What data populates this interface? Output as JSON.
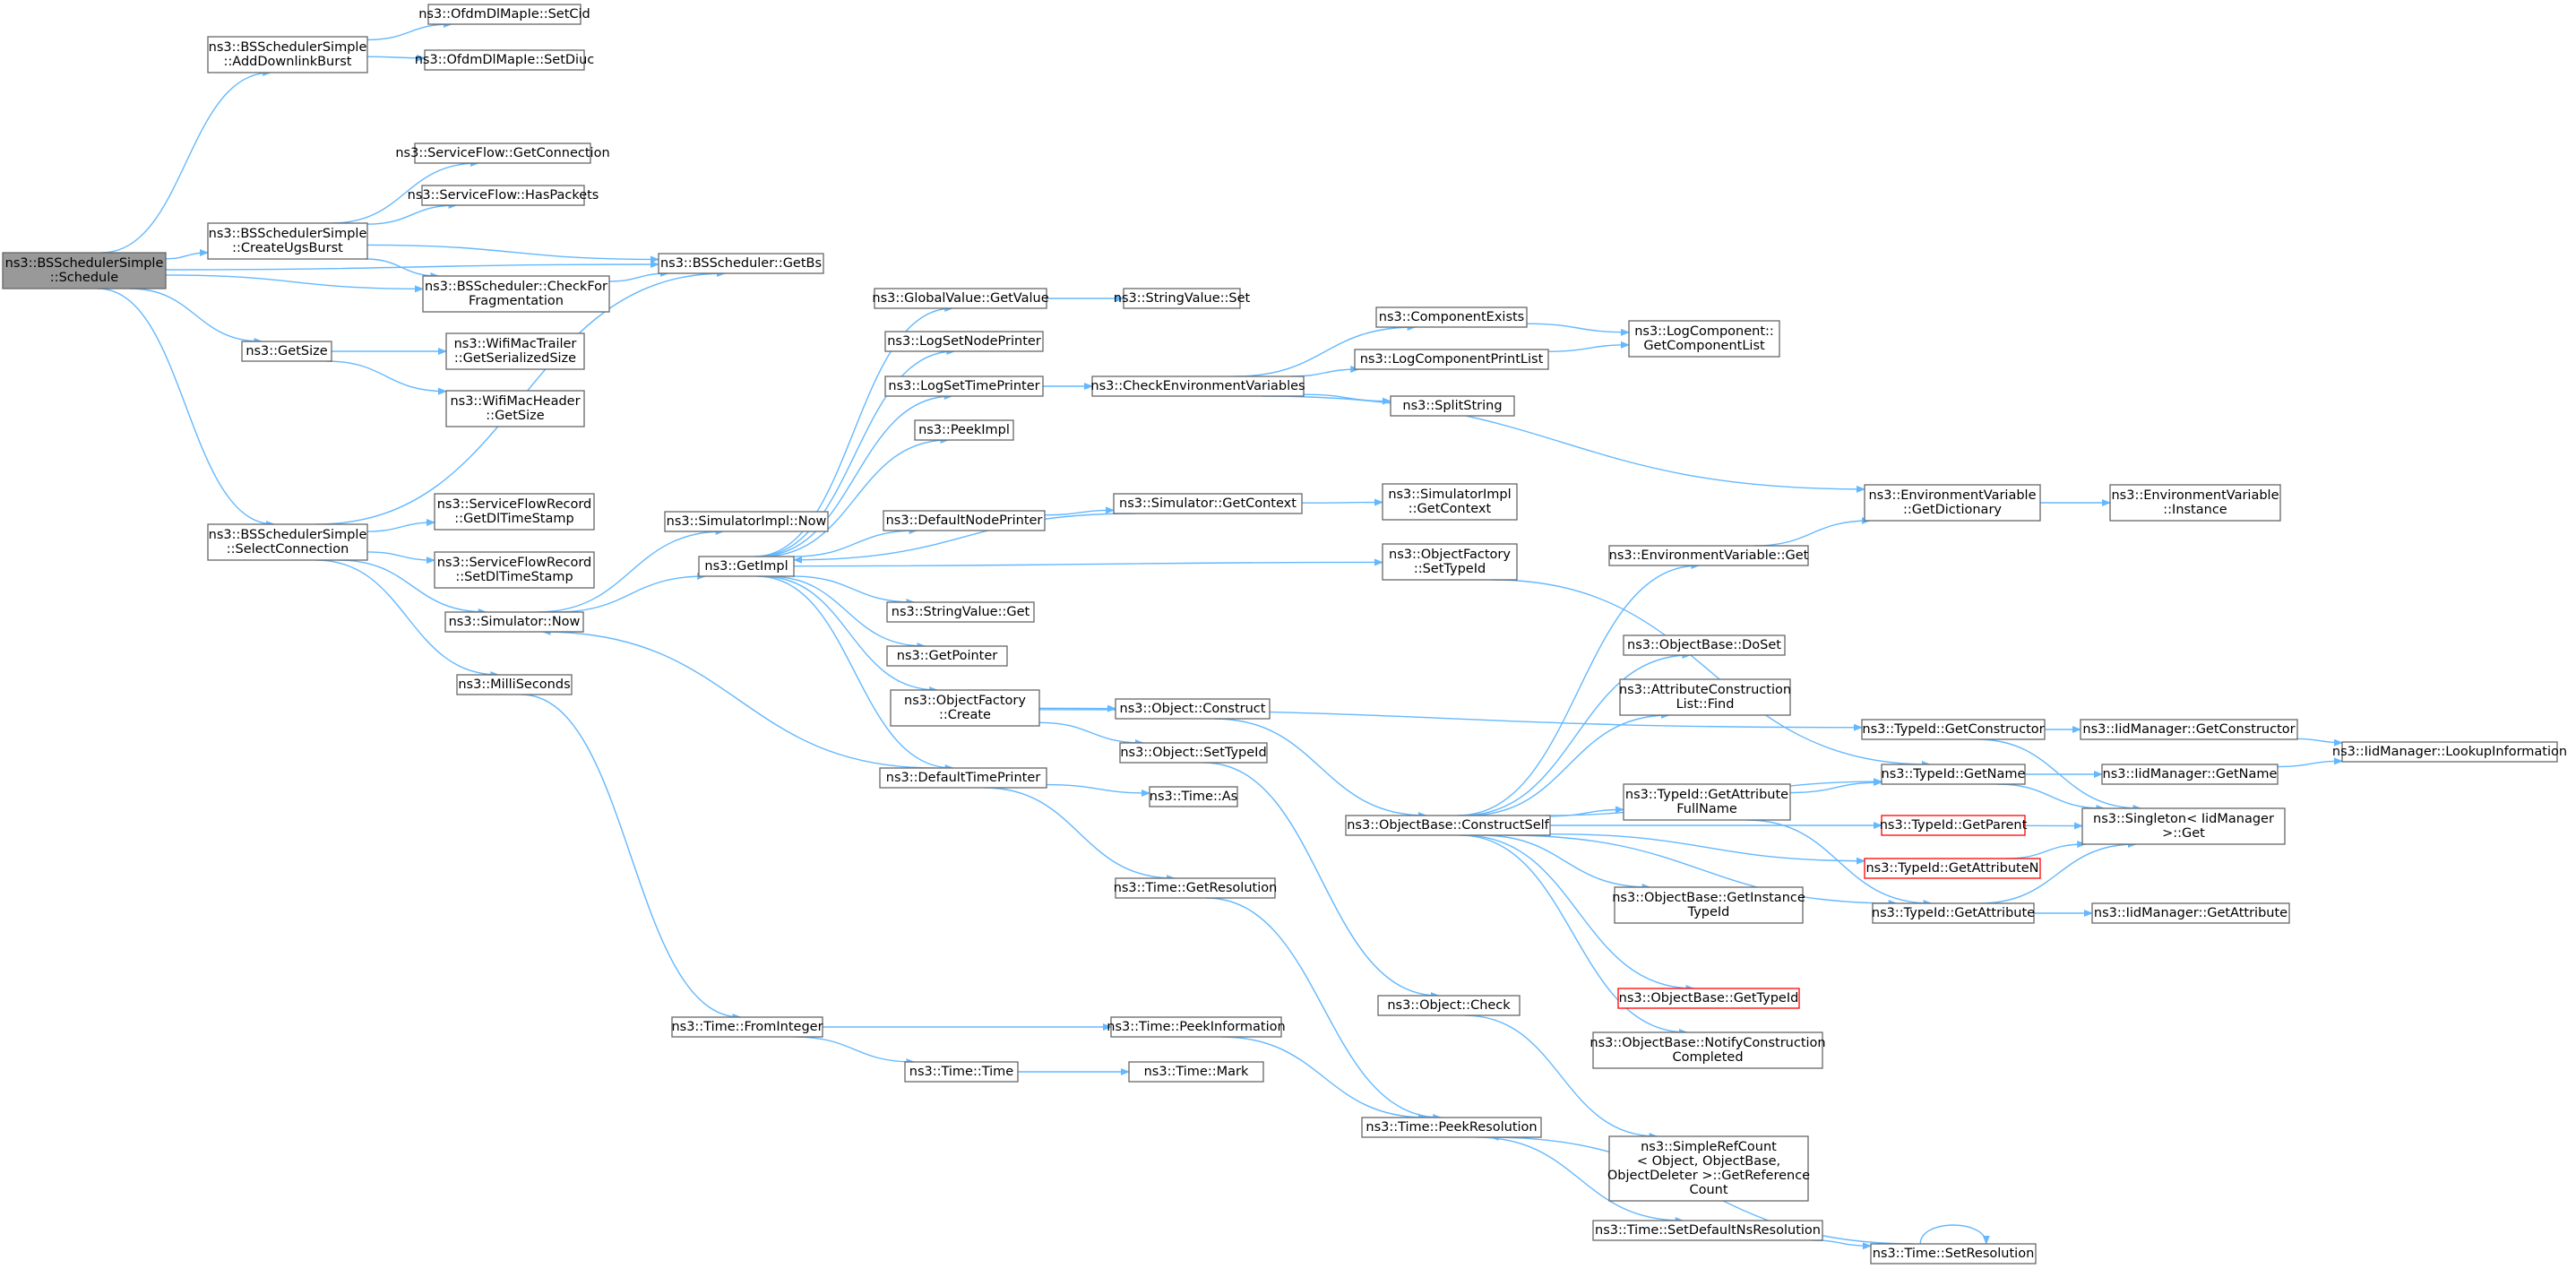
{
  "graph": {
    "colors": {
      "edge": "#63b8ff",
      "border": "#666666",
      "root_fill": "#999999",
      "root_border": "#666666",
      "highlight_border": "#ff0000",
      "text": "#000000",
      "background": "#ffffff"
    },
    "nodes": [
      {
        "id": "root",
        "lines": [
          "ns3::BSSchedulerSimple",
          "::Schedule"
        ],
        "style": "root"
      },
      {
        "id": "adddl",
        "lines": [
          "ns3::BSSchedulerSimple",
          "::AddDownlinkBurst"
        ]
      },
      {
        "id": "setcid",
        "lines": [
          "ns3::OfdmDlMapIe::SetCid"
        ]
      },
      {
        "id": "setdiuc",
        "lines": [
          "ns3::OfdmDlMapIe::SetDiuc"
        ]
      },
      {
        "id": "getconn",
        "lines": [
          "ns3::ServiceFlow::GetConnection"
        ]
      },
      {
        "id": "haspkts",
        "lines": [
          "ns3::ServiceFlow::HasPackets"
        ]
      },
      {
        "id": "createugs",
        "lines": [
          "ns3::BSSchedulerSimple",
          "::CreateUgsBurst"
        ]
      },
      {
        "id": "checkfrag",
        "lines": [
          "ns3::BSScheduler::CheckFor",
          "Fragmentation"
        ]
      },
      {
        "id": "getbs",
        "lines": [
          "ns3::BSScheduler::GetBs"
        ]
      },
      {
        "id": "getsize",
        "lines": [
          "ns3::GetSize"
        ]
      },
      {
        "id": "trailer",
        "lines": [
          "ns3::WifiMacTrailer",
          "::GetSerializedSize"
        ]
      },
      {
        "id": "header",
        "lines": [
          "ns3::WifiMacHeader",
          "::GetSize"
        ]
      },
      {
        "id": "selconn",
        "lines": [
          "ns3::BSSchedulerSimple",
          "::SelectConnection"
        ]
      },
      {
        "id": "getdlts",
        "lines": [
          "ns3::ServiceFlowRecord",
          "::GetDlTimeStamp"
        ]
      },
      {
        "id": "setdlts",
        "lines": [
          "ns3::ServiceFlowRecord",
          "::SetDlTimeStamp"
        ]
      },
      {
        "id": "simnow",
        "lines": [
          "ns3::Simulator::Now"
        ]
      },
      {
        "id": "millis",
        "lines": [
          "ns3::MilliSeconds"
        ]
      },
      {
        "id": "implnow",
        "lines": [
          "ns3::SimulatorImpl::Now"
        ]
      },
      {
        "id": "getimpl",
        "lines": [
          "ns3::GetImpl"
        ]
      },
      {
        "id": "gvget",
        "lines": [
          "ns3::GlobalValue::GetValue"
        ]
      },
      {
        "id": "svset",
        "lines": [
          "ns3::StringValue::Set"
        ]
      },
      {
        "id": "lsnp",
        "lines": [
          "ns3::LogSetNodePrinter"
        ]
      },
      {
        "id": "lstp",
        "lines": [
          "ns3::LogSetTimePrinter"
        ]
      },
      {
        "id": "checkenv",
        "lines": [
          "ns3::CheckEnvironmentVariables"
        ]
      },
      {
        "id": "peekimpl",
        "lines": [
          "ns3::PeekImpl"
        ]
      },
      {
        "id": "dnp",
        "lines": [
          "ns3::DefaultNodePrinter"
        ]
      },
      {
        "id": "simgetctx",
        "lines": [
          "ns3::Simulator::GetContext"
        ]
      },
      {
        "id": "implgetctx",
        "lines": [
          "ns3::SimulatorImpl",
          "::GetContext"
        ]
      },
      {
        "id": "compexists",
        "lines": [
          "ns3::ComponentExists"
        ]
      },
      {
        "id": "lcpl",
        "lines": [
          "ns3::LogComponentPrintList"
        ]
      },
      {
        "id": "splitstr",
        "lines": [
          "ns3::SplitString"
        ]
      },
      {
        "id": "gcl",
        "lines": [
          "ns3::LogComponent::",
          "GetComponentList"
        ]
      },
      {
        "id": "envgetdict",
        "lines": [
          "ns3::EnvironmentVariable",
          "::GetDictionary"
        ]
      },
      {
        "id": "envinst",
        "lines": [
          "ns3::EnvironmentVariable",
          "::Instance"
        ]
      },
      {
        "id": "ofsettid",
        "lines": [
          "ns3::ObjectFactory",
          "::SetTypeId"
        ]
      },
      {
        "id": "envget",
        "lines": [
          "ns3::EnvironmentVariable::Get"
        ]
      },
      {
        "id": "svget",
        "lines": [
          "ns3::StringValue::Get"
        ]
      },
      {
        "id": "getptr",
        "lines": [
          "ns3::GetPointer"
        ]
      },
      {
        "id": "ofcreate",
        "lines": [
          "ns3::ObjectFactory",
          "::Create"
        ]
      },
      {
        "id": "objconstruct",
        "lines": [
          "ns3::Object::Construct"
        ]
      },
      {
        "id": "objsettid",
        "lines": [
          "ns3::Object::SetTypeId"
        ]
      },
      {
        "id": "dtp",
        "lines": [
          "ns3::DefaultTimePrinter"
        ]
      },
      {
        "id": "timeas",
        "lines": [
          "ns3::Time::As"
        ]
      },
      {
        "id": "timegetres",
        "lines": [
          "ns3::Time::GetResolution"
        ]
      },
      {
        "id": "obdoset",
        "lines": [
          "ns3::ObjectBase::DoSet"
        ]
      },
      {
        "id": "aclfind",
        "lines": [
          "ns3::AttributeConstruction",
          "List::Find"
        ]
      },
      {
        "id": "tidgetctor",
        "lines": [
          "ns3::TypeId::GetConstructor"
        ]
      },
      {
        "id": "iidgetctor",
        "lines": [
          "ns3::IidManager::GetConstructor"
        ]
      },
      {
        "id": "lookup",
        "lines": [
          "ns3::IidManager::LookupInformation"
        ]
      },
      {
        "id": "tidgetname",
        "lines": [
          "ns3::TypeId::GetName"
        ]
      },
      {
        "id": "iidgetname",
        "lines": [
          "ns3::IidManager::GetName"
        ]
      },
      {
        "id": "obconstructself",
        "lines": [
          "ns3::ObjectBase::ConstructSelf"
        ]
      },
      {
        "id": "tidgafn",
        "lines": [
          "ns3::TypeId::GetAttribute",
          "FullName"
        ]
      },
      {
        "id": "tidgetparent",
        "lines": [
          "ns3::TypeId::GetParent"
        ],
        "style": "highlight"
      },
      {
        "id": "singleton",
        "lines": [
          "ns3::Singleton< IidManager",
          " >::Get"
        ]
      },
      {
        "id": "tidgetattrn",
        "lines": [
          "ns3::TypeId::GetAttributeN"
        ],
        "style": "highlight"
      },
      {
        "id": "tidgetattr",
        "lines": [
          "ns3::TypeId::GetAttribute"
        ]
      },
      {
        "id": "iidgetattr",
        "lines": [
          "ns3::IidManager::GetAttribute"
        ]
      },
      {
        "id": "obgetinsttid",
        "lines": [
          "ns3::ObjectBase::GetInstance",
          "TypeId"
        ]
      },
      {
        "id": "obgettid",
        "lines": [
          "ns3::ObjectBase::GetTypeId"
        ],
        "style": "highlight"
      },
      {
        "id": "objcheck",
        "lines": [
          "ns3::Object::Check"
        ]
      },
      {
        "id": "obnotify",
        "lines": [
          "ns3::ObjectBase::NotifyConstruction",
          "Completed"
        ]
      },
      {
        "id": "timefromint",
        "lines": [
          "ns3::Time::FromInteger"
        ]
      },
      {
        "id": "timepeekinfo",
        "lines": [
          "ns3::Time::PeekInformation"
        ]
      },
      {
        "id": "timetime",
        "lines": [
          "ns3::Time::Time"
        ]
      },
      {
        "id": "timemark",
        "lines": [
          "ns3::Time::Mark"
        ]
      },
      {
        "id": "timepeekres",
        "lines": [
          "ns3::Time::PeekResolution"
        ]
      },
      {
        "id": "refcount",
        "lines": [
          "ns3::SimpleRefCount",
          "< Object, ObjectBase,",
          " ObjectDeleter >::GetReference",
          "Count"
        ]
      },
      {
        "id": "setdefns",
        "lines": [
          "ns3::Time::SetDefaultNsResolution"
        ]
      },
      {
        "id": "setres",
        "lines": [
          "ns3::Time::SetResolution"
        ]
      }
    ],
    "edges": [
      [
        "root",
        "adddl"
      ],
      [
        "adddl",
        "setcid"
      ],
      [
        "adddl",
        "setdiuc"
      ],
      [
        "root",
        "getbs"
      ],
      [
        "root",
        "createugs"
      ],
      [
        "root",
        "checkfrag"
      ],
      [
        "root",
        "getsize"
      ],
      [
        "root",
        "selconn"
      ],
      [
        "createugs",
        "getconn"
      ],
      [
        "createugs",
        "haspkts"
      ],
      [
        "createugs",
        "getbs"
      ],
      [
        "createugs",
        "checkfrag"
      ],
      [
        "checkfrag",
        "getbs"
      ],
      [
        "getsize",
        "trailer"
      ],
      [
        "getsize",
        "header"
      ],
      [
        "selconn",
        "getbs"
      ],
      [
        "selconn",
        "getdlts"
      ],
      [
        "selconn",
        "setdlts"
      ],
      [
        "selconn",
        "simnow"
      ],
      [
        "selconn",
        "millis"
      ],
      [
        "simnow",
        "implnow"
      ],
      [
        "simnow",
        "getimpl"
      ],
      [
        "millis",
        "timefromint"
      ],
      [
        "getimpl",
        "gvget"
      ],
      [
        "getimpl",
        "lsnp"
      ],
      [
        "getimpl",
        "lstp"
      ],
      [
        "getimpl",
        "peekimpl"
      ],
      [
        "getimpl",
        "dnp"
      ],
      [
        "getimpl",
        "ofsettid"
      ],
      [
        "getimpl",
        "svget"
      ],
      [
        "getimpl",
        "getptr"
      ],
      [
        "getimpl",
        "ofcreate"
      ],
      [
        "getimpl",
        "dtp"
      ],
      [
        "gvget",
        "svset"
      ],
      [
        "lstp",
        "checkenv"
      ],
      [
        "checkenv",
        "compexists"
      ],
      [
        "checkenv",
        "lcpl"
      ],
      [
        "checkenv",
        "splitstr"
      ],
      [
        "checkenv",
        "envgetdict"
      ],
      [
        "compexists",
        "gcl"
      ],
      [
        "lcpl",
        "gcl"
      ],
      [
        "envgetdict",
        "envinst"
      ],
      [
        "dnp",
        "simgetctx"
      ],
      [
        "simgetctx",
        "getimpl"
      ],
      [
        "simgetctx",
        "implgetctx"
      ],
      [
        "ofsettid",
        "tidgetname"
      ],
      [
        "envget",
        "envgetdict"
      ],
      [
        "ofcreate",
        "objconstruct"
      ],
      [
        "ofcreate",
        "objsettid"
      ],
      [
        "ofcreate",
        "tidgetctor"
      ],
      [
        "dtp",
        "simnow"
      ],
      [
        "dtp",
        "timeas"
      ],
      [
        "dtp",
        "timegetres"
      ],
      [
        "objconstruct",
        "obconstructself"
      ],
      [
        "objsettid",
        "objcheck"
      ],
      [
        "timegetres",
        "timepeekres"
      ],
      [
        "obconstructself",
        "envget"
      ],
      [
        "obconstructself",
        "obdoset"
      ],
      [
        "obconstructself",
        "aclfind"
      ],
      [
        "obconstructself",
        "tidgetname"
      ],
      [
        "obconstructself",
        "tidgafn"
      ],
      [
        "obconstructself",
        "tidgetparent"
      ],
      [
        "obconstructself",
        "obgetinsttid"
      ],
      [
        "obconstructself",
        "obgettid"
      ],
      [
        "obconstructself",
        "obnotify"
      ],
      [
        "obconstructself",
        "tidgetattrn"
      ],
      [
        "obconstructself",
        "tidgetattr"
      ],
      [
        "tidgetctor",
        "iidgetctor"
      ],
      [
        "tidgetctor",
        "singleton"
      ],
      [
        "iidgetctor",
        "lookup"
      ],
      [
        "tidgetname",
        "iidgetname"
      ],
      [
        "tidgetname",
        "singleton"
      ],
      [
        "iidgetname",
        "lookup"
      ],
      [
        "tidgafn",
        "tidgetname"
      ],
      [
        "tidgafn",
        "tidgetattr"
      ],
      [
        "tidgetparent",
        "singleton"
      ],
      [
        "tidgetattrn",
        "singleton"
      ],
      [
        "tidgetattr",
        "singleton"
      ],
      [
        "tidgetattr",
        "iidgetattr"
      ],
      [
        "objcheck",
        "refcount"
      ],
      [
        "timefromint",
        "timepeekinfo"
      ],
      [
        "timefromint",
        "timetime"
      ],
      [
        "timetime",
        "timemark"
      ],
      [
        "timepeekinfo",
        "timepeekres"
      ],
      [
        "timepeekres",
        "setdefns"
      ],
      [
        "setdefns",
        "setres"
      ],
      [
        "setres",
        "timepeekres"
      ],
      [
        "setres",
        "setres"
      ]
    ]
  }
}
